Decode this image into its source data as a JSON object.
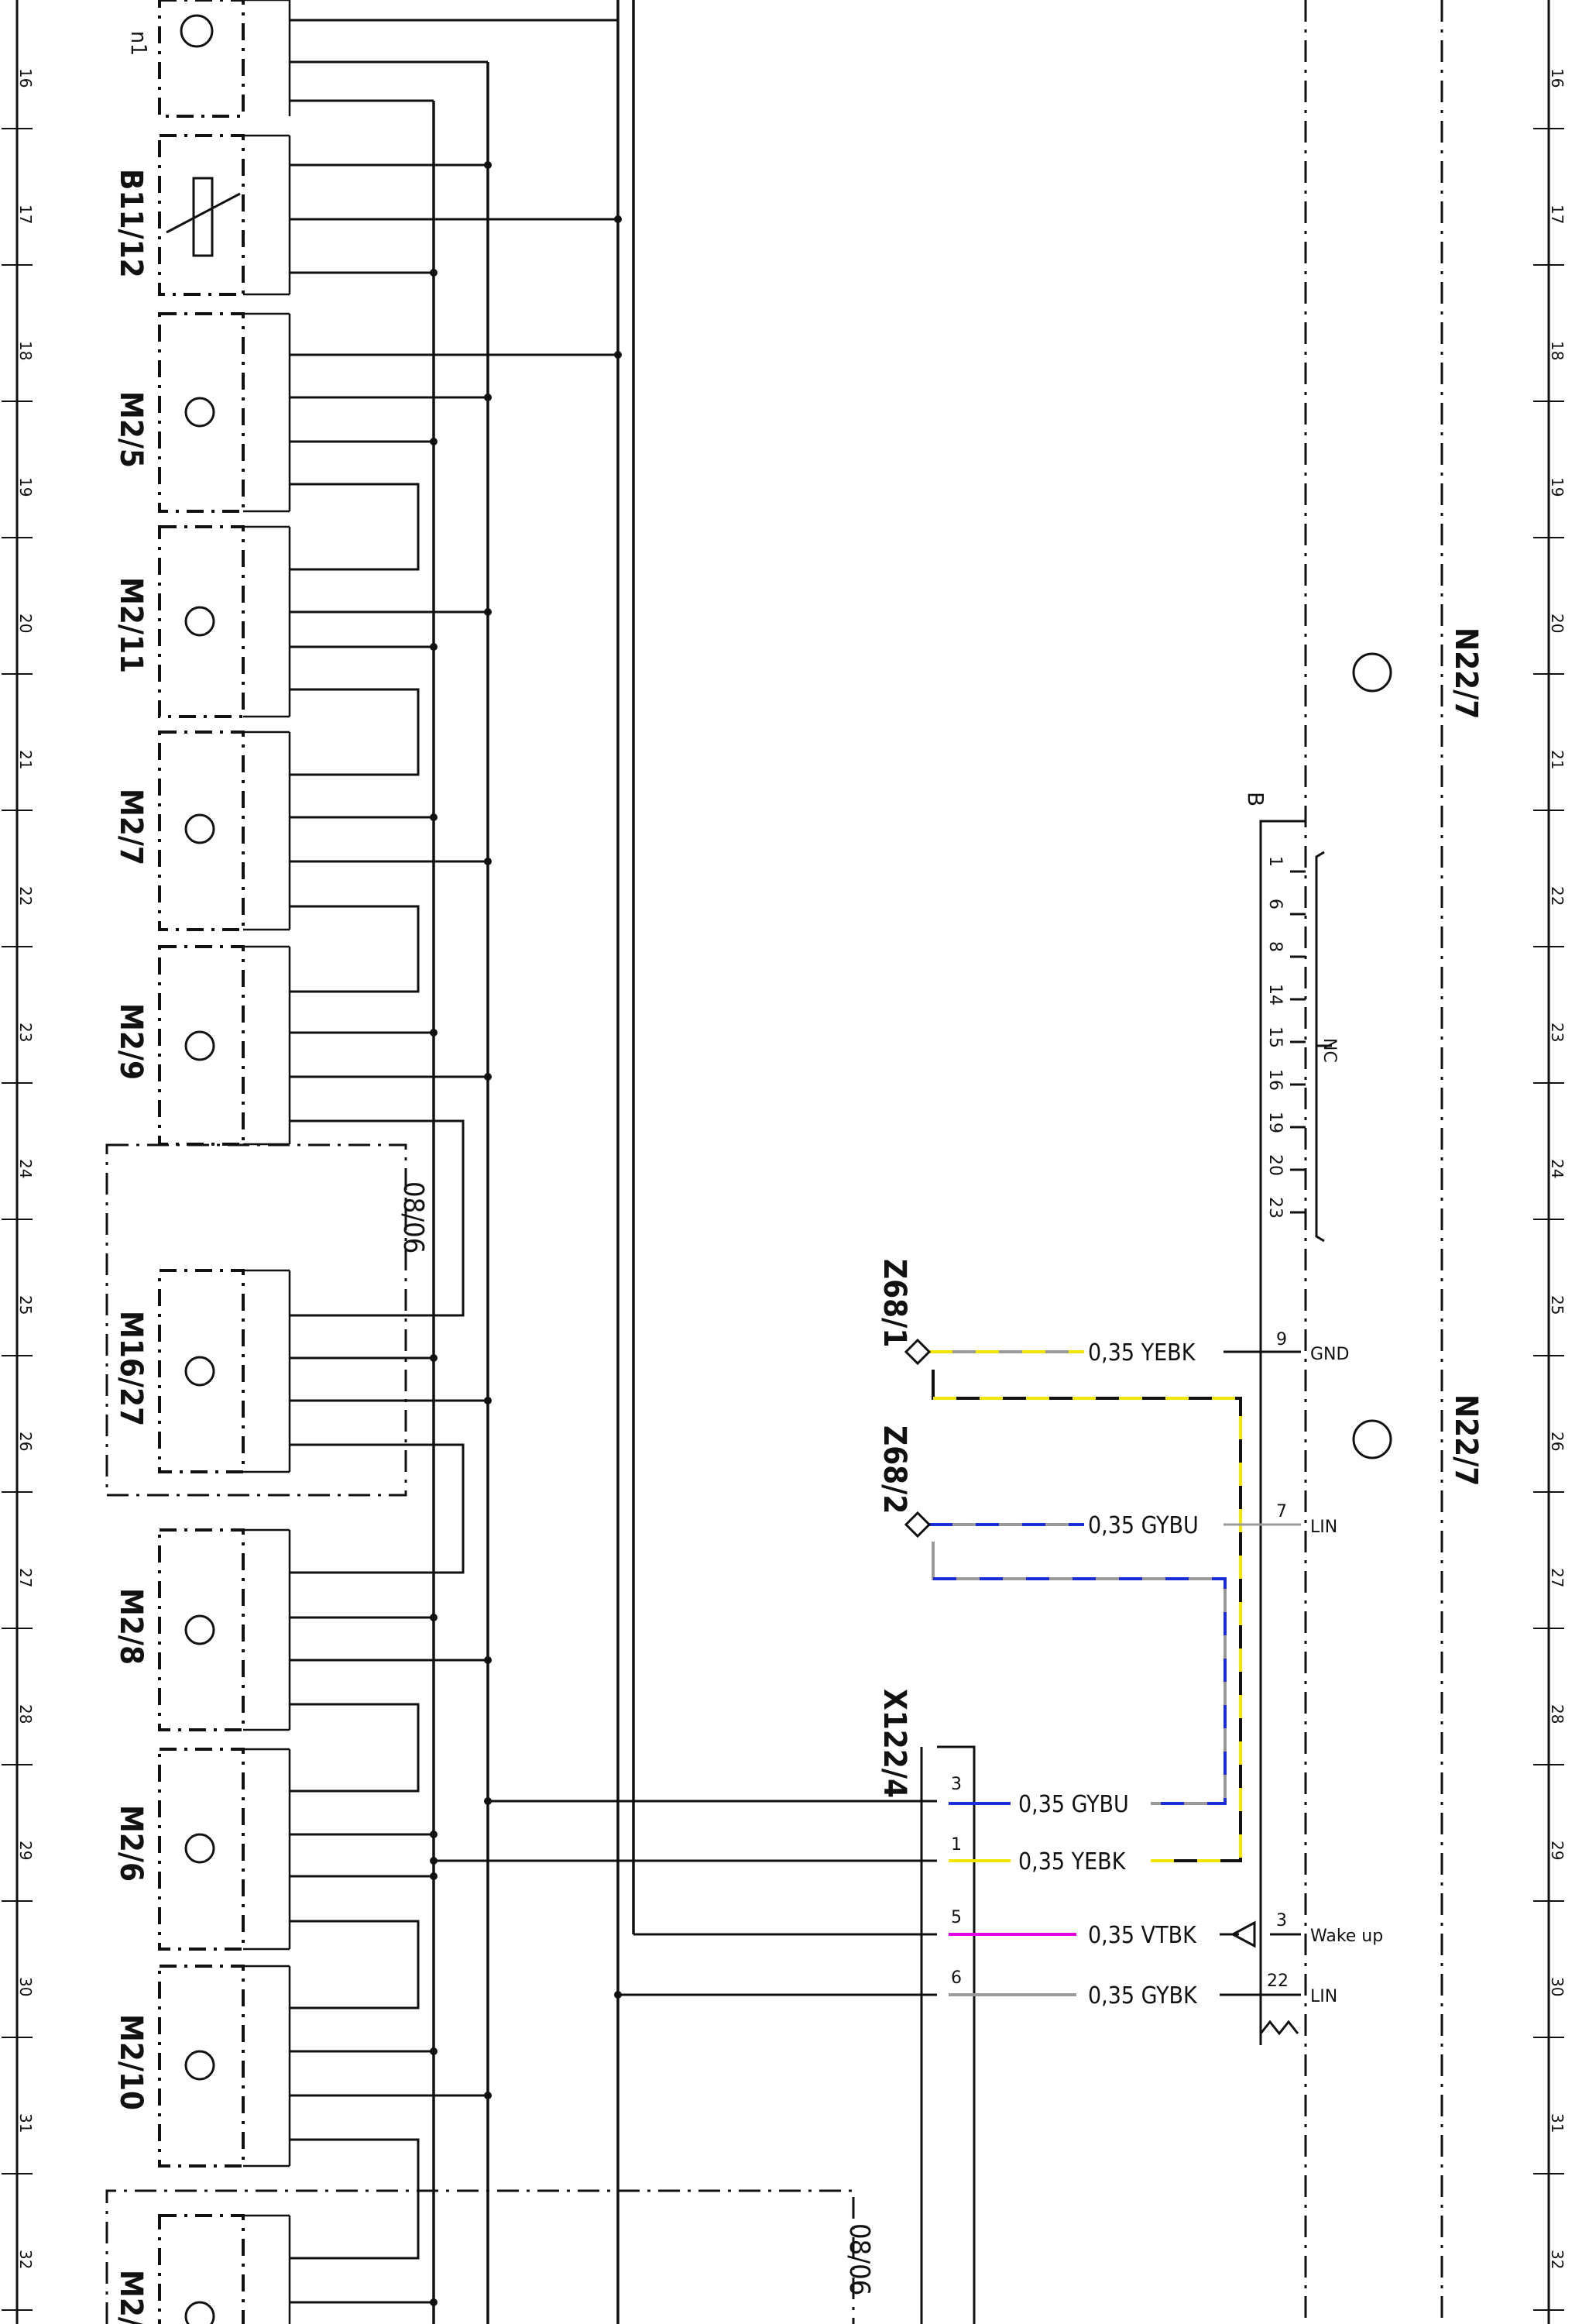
{
  "components": {
    "n1": "n1",
    "b11_12": "B11/12",
    "m2_5": "M2/5",
    "m2_11": "M2/11",
    "m2_7": "M2/7",
    "m2_9": "M2/9",
    "m16_27": "M16/27",
    "m2_8": "M2/8",
    "m2_6": "M2/6",
    "m2_10": "M2/10",
    "m2_bottom": "M2/",
    "n22_7_top": "N22/7",
    "n22_7_bottom": "N22/7",
    "z68_1": "Z68/1",
    "z68_2": "Z68/2",
    "x122_4": "X122/4"
  },
  "page_refs": {
    "ref1": "08/06",
    "ref2": "08/06"
  },
  "connector_b": {
    "name": "B",
    "nc_pins": [
      "1",
      "6",
      "8",
      "14",
      "15",
      "16",
      "19",
      "20",
      "23"
    ],
    "nc_label": "NC"
  },
  "wires": [
    {
      "label": "0,35 YEBK",
      "pin": "9",
      "signal": "GND"
    },
    {
      "label": "0,35 GYBU",
      "pin": "7",
      "signal": "LIN"
    },
    {
      "label": "0,35 GYBU",
      "pin": "3"
    },
    {
      "label": "0,35 YEBK",
      "pin": "1"
    },
    {
      "label": "0,35 VTBK",
      "pin": "5",
      "pin_right": "3",
      "signal": "Wake up"
    },
    {
      "label": "0,35 GYBK",
      "pin": "6",
      "pin_right": "22",
      "signal": "LIN"
    }
  ],
  "grid_numbers": [
    "16",
    "17",
    "18",
    "19",
    "20",
    "21",
    "22",
    "23",
    "24",
    "25",
    "26",
    "27",
    "28",
    "29",
    "30",
    "31",
    "32"
  ],
  "colors": {
    "yellow": "#f2e600",
    "blue": "#1a2ed8",
    "gray": "#9a9a9a",
    "violet": "#e000e0",
    "line": "#111111"
  }
}
